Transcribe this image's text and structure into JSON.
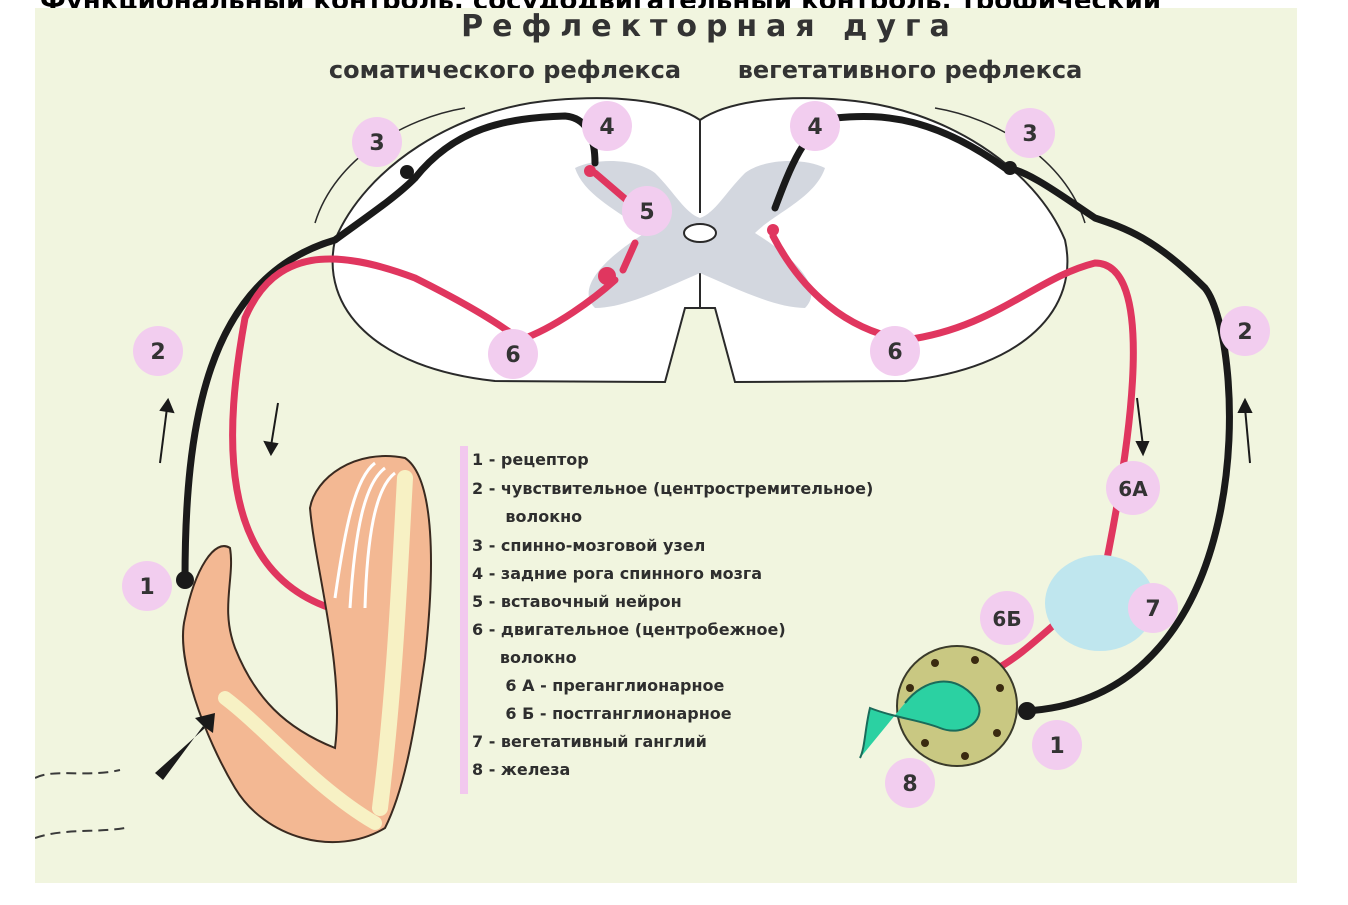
{
  "top_caption": "Функциональный контроль, сосудодвигательный контроль, трофический",
  "title": "Рефлекторная дуга",
  "subtitle_left": "соматического рефлекса",
  "subtitle_right": "вегетативного рефлекса",
  "markers": {
    "m1_left": "1",
    "m2_left": "2",
    "m3_left": "3",
    "m4_left": "4",
    "m5": "5",
    "m6_left": "6",
    "m4_right": "4",
    "m3_right": "3",
    "m2_right": "2",
    "m6_right": "6",
    "m6a": "6А",
    "m6b": "6Б",
    "m7": "7",
    "m1_right": "1",
    "m8": "8"
  },
  "legend": {
    "items": [
      "1 - рецептор",
      "2 - чувствительное  (центростремительное)",
      "      волокно",
      "3 - спинно-мозговой узел",
      "4 - задние рога спинного мозга",
      "5 - вставочный нейрон",
      "6 - двигательное (центробежное)",
      "     волокно",
      "      6 А - преганглионарное",
      "      6 Б - постганглионарное",
      "7 - вегетативный ганглий",
      "8 - железа"
    ]
  },
  "colors": {
    "background": "#f1f5df",
    "motor_fiber": "#e0365f",
    "sensory_fiber": "#1a1a1a",
    "marker_fill": "#f2cdef",
    "gray_matter": "#d3d7df",
    "ganglion": "#bfe6ee",
    "gland": "#c9c882",
    "secretion": "#2bd1a2",
    "skin": "#f3b893",
    "bone": "#f7f1c4"
  }
}
